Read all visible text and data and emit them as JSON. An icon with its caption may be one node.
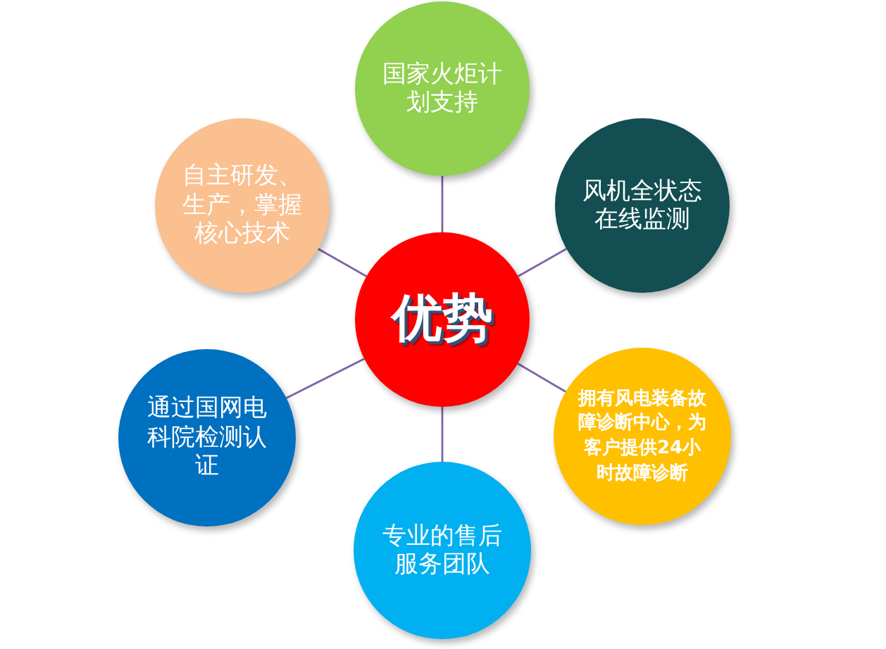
{
  "diagram": {
    "nodes": [
      {
        "text": [
          "国家火炬计划支持"
        ]
      },
      {
        "text": [
          "自主研发、生产，掌握核心技术"
        ]
      },
      {
        "text": [
          "风机全状态在线监测"
        ]
      },
      {
        "text": [
          "优势"
        ]
      },
      {
        "text": [
          "通过国网电科院检测认证"
        ]
      },
      {
        "text": [
          "拥有风电装备故障诊断中心，为客户提供24小时故障诊断"
        ]
      },
      {
        "text": [
          "专业的售后服务团队"
        ]
      }
    ],
    "edges": [
      {
        "from": 3,
        "to": 0,
        "arrow": "none"
      },
      {
        "from": 3,
        "to": 1,
        "arrow": "none"
      },
      {
        "from": 3,
        "to": 2,
        "arrow": "none"
      },
      {
        "from": 3,
        "to": 4,
        "arrow": "none"
      },
      {
        "from": 3,
        "to": 5,
        "arrow": "none"
      },
      {
        "from": 3,
        "to": 6,
        "arrow": "none"
      }
    ]
  }
}
